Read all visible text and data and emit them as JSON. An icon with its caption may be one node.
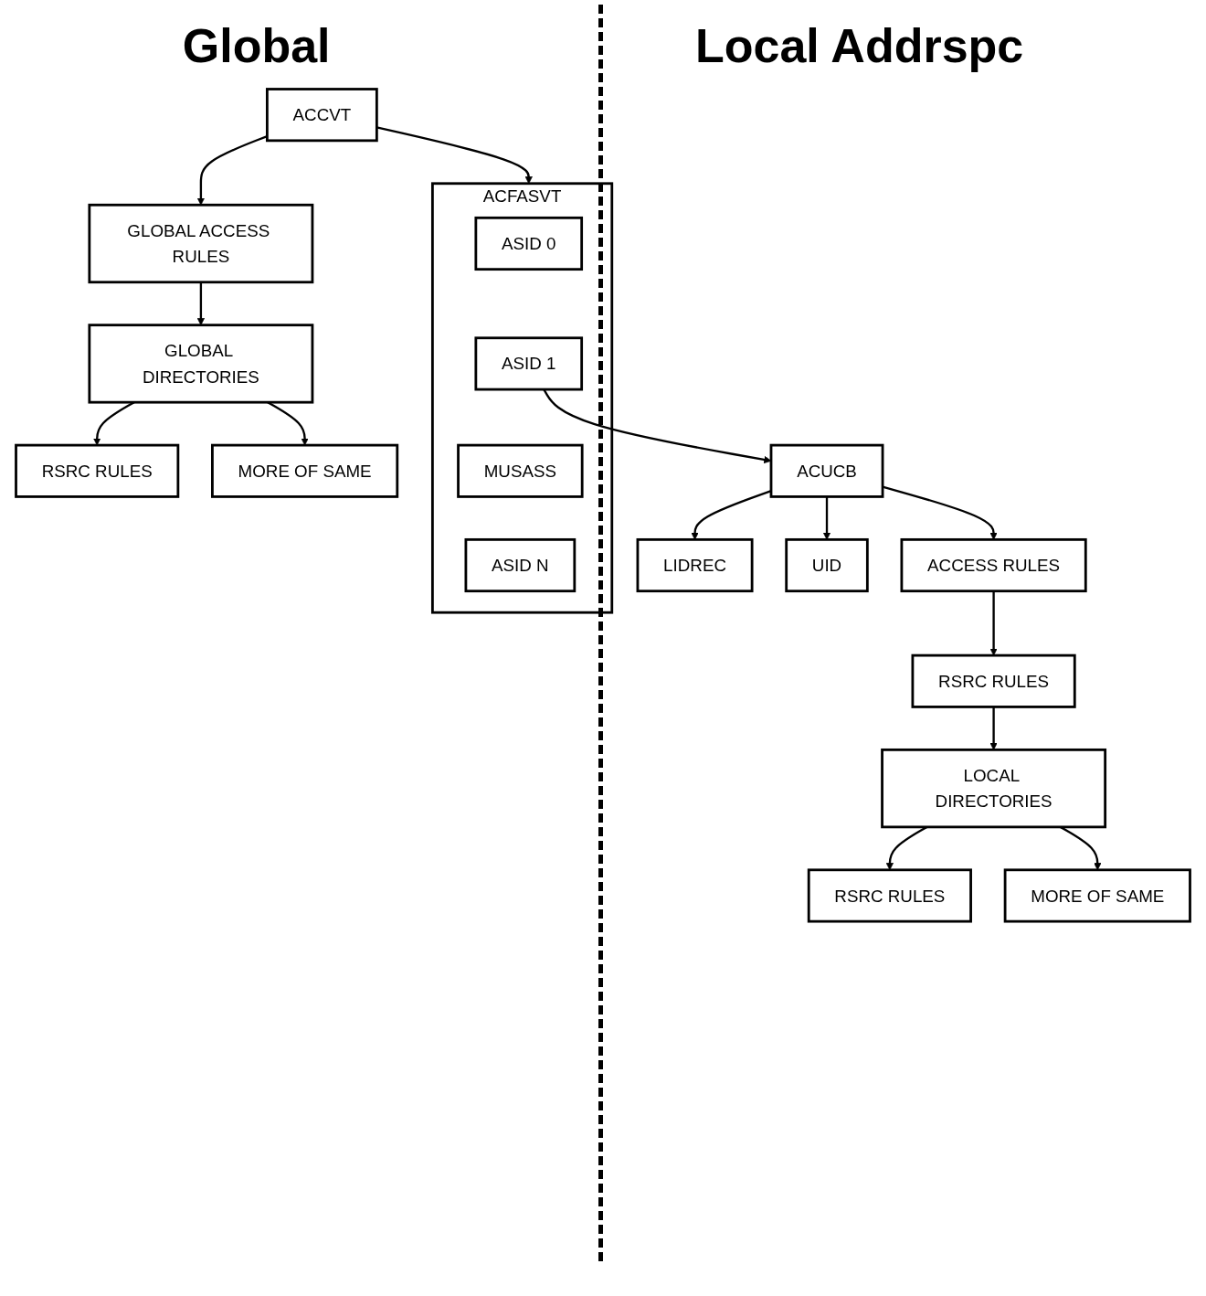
{
  "diagram": {
    "nodes": [
      {
        "text": [
          "ACCVT"
        ]
      },
      {
        "text": [
          "ACFASVT"
        ]
      },
      {
        "text": [
          "ASID 0"
        ],
        "in": 1
      },
      {
        "text": [
          "ASID 1"
        ],
        "in": 1
      },
      {
        "text": [
          "MUSASS"
        ],
        "in": 1
      },
      {
        "text": [
          "ASID N"
        ],
        "in": 1
      },
      {
        "text": [
          "ACUCB"
        ]
      },
      {
        "text": [
          "LIDREC"
        ]
      },
      {
        "text": [
          "UID"
        ]
      },
      {
        "text": [
          "ACCESS RULES"
        ]
      },
      {
        "text": [
          "RSRC RULES"
        ]
      },
      {
        "text": [
          "LOCAL DIRECTORIES"
        ]
      },
      {
        "text": [
          "RSRC RULES"
        ]
      },
      {
        "text": [
          "MORE OF SAME"
        ]
      },
      {
        "text": [
          "GLOBAL ACCESS RULES"
        ]
      },
      {
        "text": [
          "GLOBAL DIRECTORIES"
        ]
      },
      {
        "text": [
          "RSRC RULES"
        ]
      },
      {
        "text": [
          "MORE OF SAME"
        ]
      }
    ],
    "edges": [
      {
        "from": 0,
        "to": 1,
        "arrow": "to"
      },
      {
        "from": 3,
        "to": 6,
        "arrow": "to"
      },
      {
        "from": 6,
        "to": 7,
        "arrow": "to"
      },
      {
        "from": 6,
        "to": 8,
        "arrow": "to"
      },
      {
        "from": 6,
        "to": 9,
        "arrow": "to"
      },
      {
        "from": 9,
        "to": 10,
        "arrow": "to"
      },
      {
        "from": 10,
        "to": 11,
        "arrow": "to"
      },
      {
        "from": 11,
        "to": 12,
        "arrow": "to"
      },
      {
        "from": 11,
        "to": 13,
        "arrow": "to"
      },
      {
        "from": 0,
        "to": 14,
        "arrow": "to"
      },
      {
        "from": 14,
        "to": 15,
        "arrow": "to"
      },
      {
        "from": 15,
        "to": 16,
        "arrow": "to"
      },
      {
        "from": 15,
        "to": 17,
        "arrow": "to"
      }
    ],
    "labels": [
      "Global",
      "Local Addrspc"
    ]
  }
}
